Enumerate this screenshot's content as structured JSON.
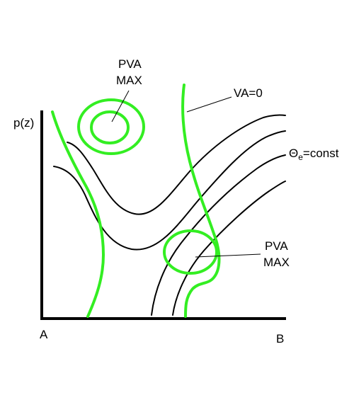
{
  "labels": {
    "y_axis": "p(z)",
    "origin": "A",
    "x_end": "B",
    "pva_max_upper_line1": "PVA",
    "pva_max_upper_line2": "MAX",
    "pva_max_lower_line1": "PVA",
    "pva_max_lower_line2": "MAX",
    "va_zero": "VA=0",
    "theta_symbol": "Θ",
    "theta_subscript": "e",
    "theta_rest": "=const"
  },
  "colors": {
    "green": "#33ee22",
    "ink": "#000000"
  }
}
